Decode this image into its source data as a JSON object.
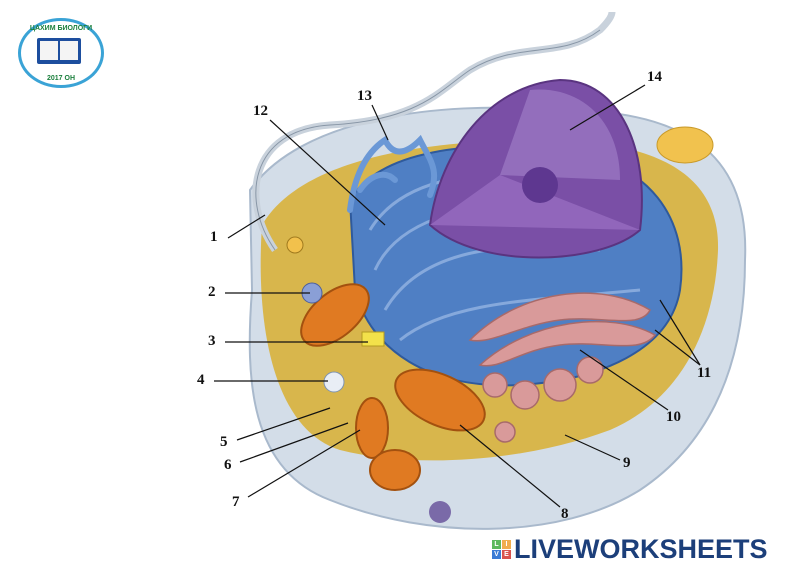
{
  "logo": {
    "title": "ЦАХИМ БИОЛОГИ",
    "year": "2017 ОН"
  },
  "labels": [
    "1",
    "2",
    "3",
    "4",
    "5",
    "6",
    "7",
    "8",
    "9",
    "10",
    "11",
    "12",
    "13",
    "14"
  ],
  "watermark": {
    "badge": [
      "L",
      "I",
      "V",
      "E"
    ],
    "text": "LIVEWORKSHEETS"
  },
  "colors": {
    "membrane": "#c9d6e3",
    "cytoplasm": "#d9b84a",
    "er": "#4f7fc4",
    "nucleus": "#7a4fa6",
    "golgi": "#d99a9a",
    "mitochondria": "#e07a22",
    "brand": "#1c3f7a"
  }
}
